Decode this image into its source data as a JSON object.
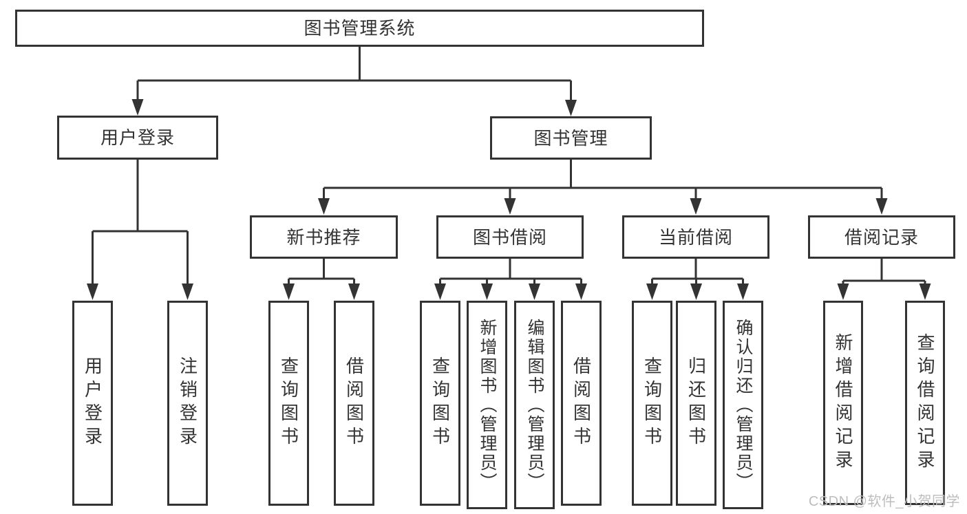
{
  "diagram": {
    "type": "tree",
    "background": "#ffffff",
    "line_color": "#333333",
    "box_border_color": "#333333",
    "text_color": "#333333"
  },
  "nodes": {
    "root": {
      "label": "图书管理系统",
      "level": 0
    },
    "user_login": {
      "label": "用户登录",
      "level": 1
    },
    "book_mgmt": {
      "label": "图书管理",
      "level": 1
    },
    "new_book_rec": {
      "label": "新书推荐",
      "level": 2
    },
    "book_borrow": {
      "label": "图书借阅",
      "level": 2
    },
    "current_borrow": {
      "label": "当前借阅",
      "level": 2
    },
    "borrow_record": {
      "label": "借阅记录",
      "level": 2
    },
    "leaf_user_login": {
      "label": "用户登录",
      "level": 3
    },
    "leaf_logout": {
      "label": "注销登录",
      "level": 3
    },
    "leaf_query_book_1": {
      "label": "查询图书",
      "level": 3
    },
    "leaf_borrow_book_1": {
      "label": "借阅图书",
      "level": 3
    },
    "leaf_query_book_2": {
      "label": "查询图书",
      "level": 3
    },
    "leaf_add_book": {
      "label": "新增图书（管理员）",
      "level": 3
    },
    "leaf_edit_book": {
      "label": "编辑图书（管理员）",
      "level": 3
    },
    "leaf_borrow_book_2": {
      "label": "借阅图书",
      "level": 3
    },
    "leaf_query_book_3": {
      "label": "查询图书",
      "level": 3
    },
    "leaf_return_book": {
      "label": "归还图书",
      "level": 3
    },
    "leaf_confirm_return": {
      "label": "确认归还（管理员）",
      "level": 3
    },
    "leaf_add_record": {
      "label": "新增借阅记录",
      "level": 3
    },
    "leaf_query_record": {
      "label": "查询借阅记录",
      "level": 3
    }
  },
  "hierarchy": {
    "图书管理系统": [
      "用户登录",
      "图书管理"
    ],
    "用户登录": [
      "用户登录",
      "注销登录"
    ],
    "图书管理": [
      "新书推荐",
      "图书借阅",
      "当前借阅",
      "借阅记录"
    ],
    "新书推荐": [
      "查询图书",
      "借阅图书"
    ],
    "图书借阅": [
      "查询图书",
      "新增图书（管理员）",
      "编辑图书（管理员）",
      "借阅图书"
    ],
    "当前借阅": [
      "查询图书",
      "归还图书",
      "确认归还（管理员）"
    ],
    "借阅记录": [
      "新增借阅记录",
      "查询借阅记录"
    ]
  },
  "watermark": {
    "text": "CSDN @软件_小贺同学",
    "color": "#bdbdbd"
  }
}
